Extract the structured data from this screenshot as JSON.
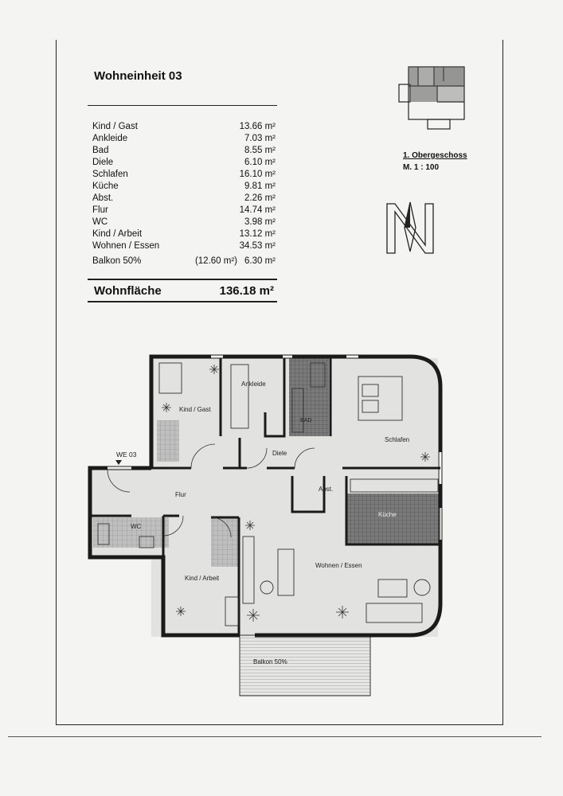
{
  "header": {
    "title": "Wohneinheit 03"
  },
  "rooms": [
    {
      "name": "Kind / Gast",
      "area": "13.66 m²"
    },
    {
      "name": "Ankleide",
      "area": "7.03 m²"
    },
    {
      "name": "Bad",
      "area": "8.55 m²"
    },
    {
      "name": "Diele",
      "area": "6.10 m²"
    },
    {
      "name": "Schlafen",
      "area": "16.10 m²"
    },
    {
      "name": "Küche",
      "area": "9.81 m²"
    },
    {
      "name": "Abst.",
      "area": "2.26 m²"
    },
    {
      "name": "Flur",
      "area": "14.74 m²"
    },
    {
      "name": "WC",
      "area": "3.98 m²"
    },
    {
      "name": "Kind / Arbeit",
      "area": "13.12 m²"
    },
    {
      "name": "Wohnen / Essen",
      "area": "34.53 m²"
    }
  ],
  "balkon": {
    "name": "Balkon 50%",
    "gross": "(12.60 m²)",
    "area": "6.30 m²"
  },
  "total": {
    "label": "Wohnfläche",
    "value": "136.18 m²"
  },
  "key_plan": {
    "floor": "1. Obergeschoss",
    "scale": "M. 1 : 100"
  },
  "plan": {
    "unit_marker": "WE 03",
    "labels": {
      "kind_gast": "Kind / Gast",
      "ankleide": "Ankleide",
      "bad": "BAD",
      "diele": "Diele",
      "schlafen": "Schlafen",
      "flur": "Flur",
      "abst": "Abst.",
      "kueche": "Küche",
      "wc": "WC",
      "kind_arbeit": "Kind / Arbeit",
      "wohnen_essen": "Wohnen / Essen",
      "balkon": "Balkon 50%"
    }
  }
}
